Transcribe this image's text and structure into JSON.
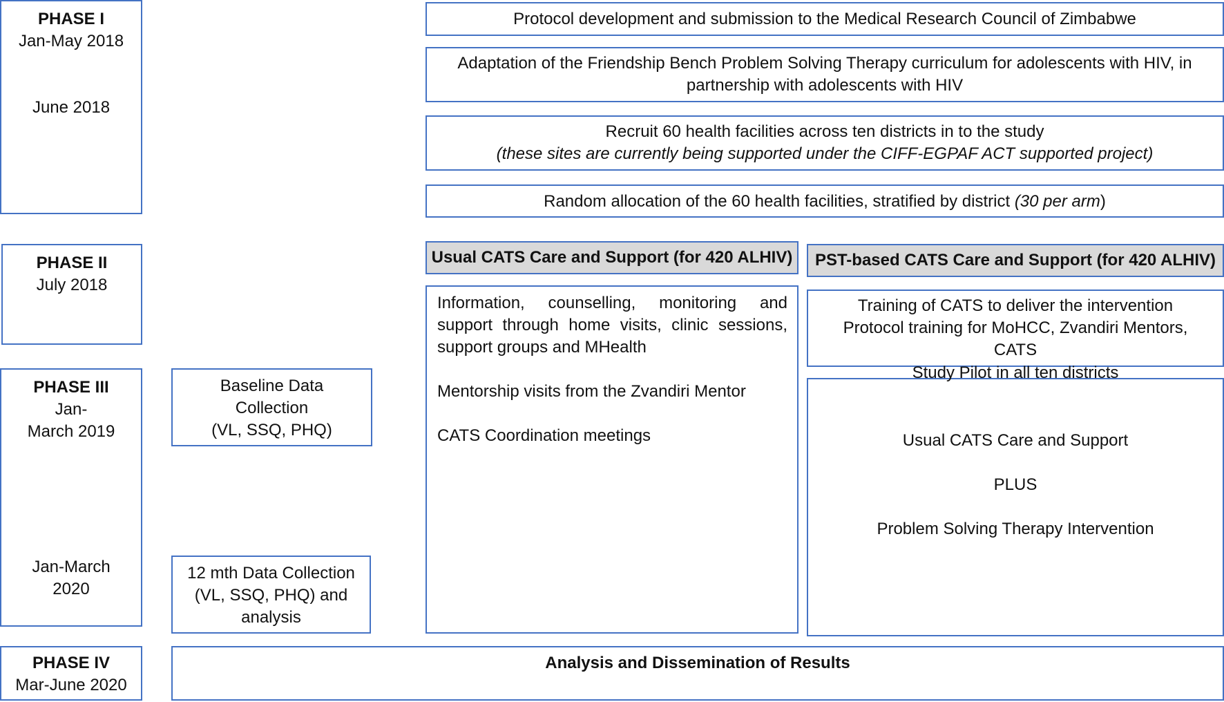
{
  "phases": {
    "phase1": {
      "title": "PHASE I",
      "date1": "Jan-May 2018",
      "date2": "June 2018"
    },
    "phase2": {
      "title": "PHASE II",
      "date1": "July 2018"
    },
    "phase3": {
      "title": "PHASE III",
      "date1a": "Jan-",
      "date1b": "March 2019",
      "date2a": "Jan-March",
      "date2b": "2020"
    },
    "phase4": {
      "title": "PHASE IV",
      "date1": "Mar-June 2020"
    }
  },
  "data_collection": {
    "baseline": {
      "line1": "Baseline Data",
      "line2": "Collection",
      "line3": "(VL, SSQ, PHQ)"
    },
    "month12": {
      "line1": "12 mth Data Collection",
      "line2": "(VL, SSQ, PHQ)  and",
      "line3": "analysis"
    }
  },
  "steps": {
    "protocol": "Protocol development and submission to the Medical Research Council of Zimbabwe",
    "adaptation_line1": "Adaptation of the Friendship Bench Problem Solving Therapy curriculum for adolescents with HIV, in",
    "adaptation_line2": "partnership with adolescents with HIV",
    "recruit_line1": "Recruit 60 health facilities across ten districts in to the study",
    "recruit_line2": "(these sites are currently being supported under the CIFF-EGPAF  ACT supported project)",
    "random_main": "Random allocation of the 60 health facilities, stratified by district ",
    "random_italic": "(30 per arm",
    "random_close": ")"
  },
  "arms": {
    "usual": {
      "header": "Usual CATS Care and Support (for 420 ALHIV)",
      "body1": "Information, counselling, monitoring and support through home visits, clinic sessions, support groups and MHealth",
      "body2": "Mentorship visits from the Zvandiri Mentor",
      "body3": "CATS Coordination meetings"
    },
    "pst": {
      "header": "PST-based CATS Care and Support (for 420 ALHIV)",
      "training1": "Training of CATS to deliver the intervention",
      "training2": "Protocol training for MoHCC, Zvandiri Mentors,",
      "training3": "CATS",
      "pilot": "Study Pilot in all ten districts",
      "body1": "Usual CATS Care and Support",
      "body2": "PLUS",
      "body3": "Problem Solving Therapy Intervention"
    }
  },
  "final": "Analysis and Dissemination of Results"
}
